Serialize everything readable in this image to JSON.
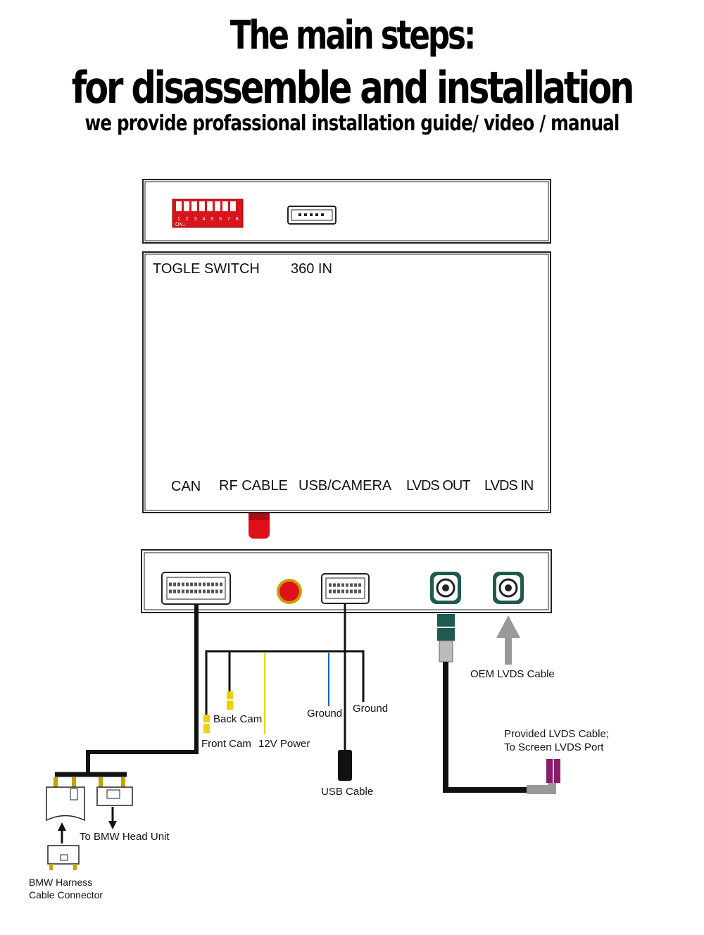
{
  "header": {
    "title_line1": "The main steps:",
    "title_line2": "for disassemble and installation",
    "subtitle": "we provide profassional installation guide/ video / manual"
  },
  "dip_switch": {
    "numbers": "1 2 3 4 5 6 7 8",
    "on_label": "ON↓"
  },
  "box_labels": {
    "toggle_switch": "TOGLE SWITCH",
    "in_360": "360 IN",
    "can": "CAN",
    "rf_cable": "RF CABLE",
    "usb_camera": "USB/CAMERA",
    "lvds_out": "LVDS OUT",
    "lvds_in": "LVDS IN"
  },
  "wiring_labels": {
    "back_cam": "Back Cam",
    "front_cam": "Front Cam",
    "power_12v": "12V Power",
    "ground_1": "Ground",
    "ground_2": "Ground",
    "usb_cable": "USB Cable",
    "oem_lvds": "OEM LVDS Cable",
    "provided_lvds_1": "Provided LVDS Cable;",
    "provided_lvds_2": "To Screen LVDS Port",
    "to_head_unit": "To BMW Head Unit",
    "harness_1": "BMW Harness",
    "harness_2": "Cable Connector"
  },
  "colors": {
    "dip_red": "#d8141c",
    "rf_red": "#e0101a",
    "lvds_green": "#1f5a50",
    "lvds_purple": "#8a1e6a",
    "wire_yellow": "#f0d000",
    "wire_blue": "#1565c0",
    "cable_black": "#111111"
  }
}
